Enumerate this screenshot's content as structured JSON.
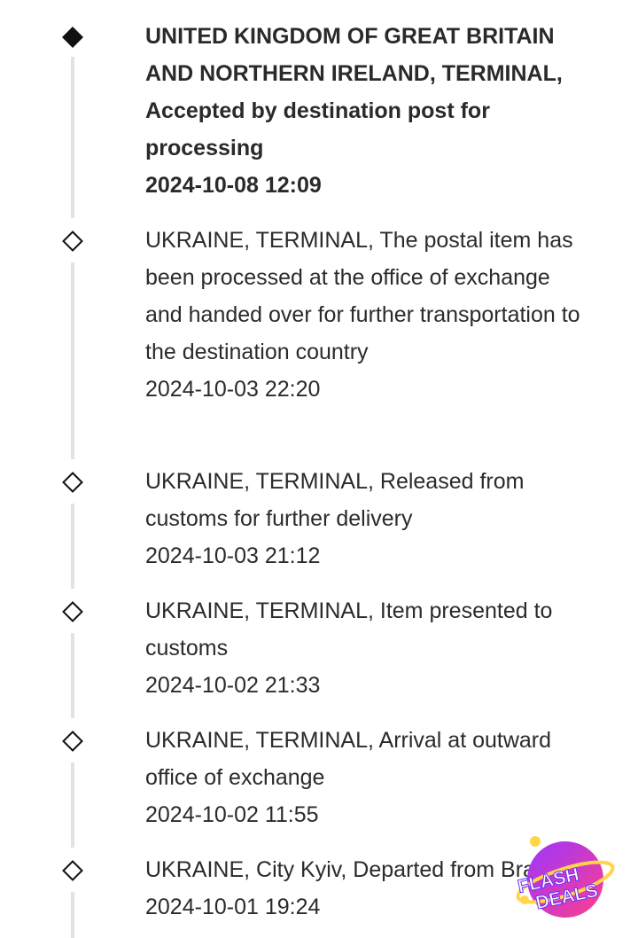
{
  "events": [
    {
      "location": "UNITED KINGDOM OF GREAT BRITAIN AND NORTHERN IRELAND, TERMINAL,",
      "status": "Accepted by destination post for processing",
      "datetime": "2024-10-08 12:09",
      "current": true
    },
    {
      "location": "UKRAINE, TERMINAL,",
      "status": "The postal item has been processed at the office of exchange and handed over for further transportation to the destination country",
      "datetime": "2024-10-03 22:20",
      "current": false
    },
    {
      "location": "UKRAINE, TERMINAL,",
      "status": "Released from customs for further delivery",
      "datetime": "2024-10-03 21:12",
      "current": false
    },
    {
      "location": "UKRAINE, TERMINAL,",
      "status": "Item presented to customs",
      "datetime": "2024-10-02 21:33",
      "current": false
    },
    {
      "location": "UKRAINE, TERMINAL,",
      "status": "Arrival at outward office of exchange",
      "datetime": "2024-10-02 11:55",
      "current": false
    },
    {
      "location": "UKRAINE, City Kyiv,",
      "status": "Departed from Branch",
      "datetime": "2024-10-01 19:24",
      "current": false
    }
  ],
  "badge": {
    "line1": "FLASH",
    "line2": "DEALS",
    "icon": "flash-deals-badge-icon",
    "gradient_start": "#9b35ff",
    "gradient_end": "#ff3f8c"
  },
  "colors": {
    "timeline_line": "#e2e2e2",
    "marker": "#111111",
    "text": "#2b2b2b"
  }
}
